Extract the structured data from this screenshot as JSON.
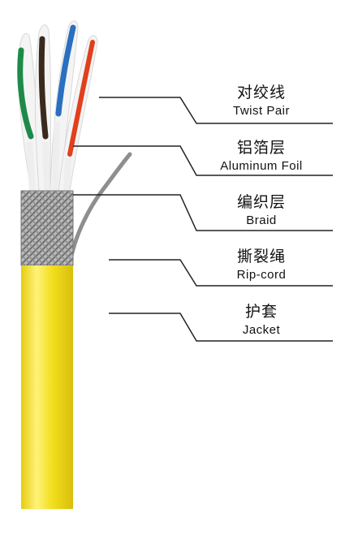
{
  "labels": [
    {
      "zh": "对绞线",
      "en": "Twist Pair"
    },
    {
      "zh": "铝箔层",
      "en": "Aluminum Foil"
    },
    {
      "zh": "编织层",
      "en": "Braid"
    },
    {
      "zh": "撕裂绳",
      "en": "Rip-cord"
    },
    {
      "zh": "护套",
      "en": "Jacket"
    }
  ],
  "colors": {
    "jacket": "#f2de1c",
    "jacket_highlight": "#fff27a",
    "braid": "#9a9a9a",
    "leader_line": "#222222",
    "wire_green": "#1e8a4a",
    "wire_brown": "#3a2a1e",
    "wire_blue": "#2a6fc0",
    "wire_orange": "#e0401c",
    "ripcord": "#8e8e8e"
  }
}
